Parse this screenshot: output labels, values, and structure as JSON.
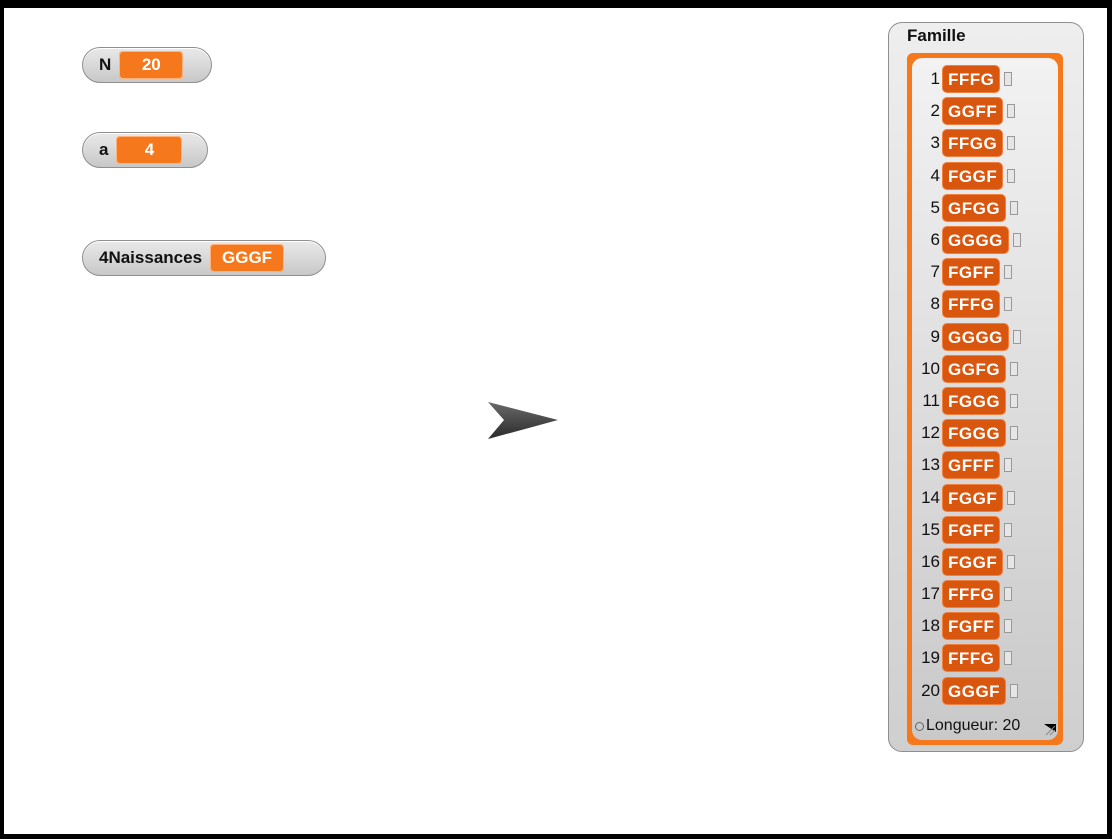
{
  "watchers": {
    "n": {
      "label": "N",
      "value": "20"
    },
    "a": {
      "label": "a",
      "value": "4"
    },
    "naissances": {
      "label": "4Naissances",
      "value": "GGGF"
    }
  },
  "list": {
    "title": "Famille",
    "items": [
      {
        "idx": "1",
        "value": "FFFG"
      },
      {
        "idx": "2",
        "value": "GGFF"
      },
      {
        "idx": "3",
        "value": "FFGG"
      },
      {
        "idx": "4",
        "value": "FGGF"
      },
      {
        "idx": "5",
        "value": "GFGG"
      },
      {
        "idx": "6",
        "value": "GGGG"
      },
      {
        "idx": "7",
        "value": "FGFF"
      },
      {
        "idx": "8",
        "value": "FFFG"
      },
      {
        "idx": "9",
        "value": "GGGG"
      },
      {
        "idx": "10",
        "value": "GGFG"
      },
      {
        "idx": "11",
        "value": "FGGG"
      },
      {
        "idx": "12",
        "value": "FGGG"
      },
      {
        "idx": "13",
        "value": "GFFF"
      },
      {
        "idx": "14",
        "value": "FGGF"
      },
      {
        "idx": "15",
        "value": "FGFF"
      },
      {
        "idx": "16",
        "value": "FGGF"
      },
      {
        "idx": "17",
        "value": "FFFG"
      },
      {
        "idx": "18",
        "value": "FGFF"
      },
      {
        "idx": "19",
        "value": "FFFG"
      },
      {
        "idx": "20",
        "value": "GGGF"
      }
    ],
    "length_label": "Longueur: 20"
  },
  "colors": {
    "variable_orange": "#f5781d",
    "list_cell": "#d9560f",
    "sprite": "#444444"
  },
  "icons": {
    "sprite": "arrow-sprite-icon",
    "add": "plus-icon",
    "resize": "resize-handle-icon"
  }
}
